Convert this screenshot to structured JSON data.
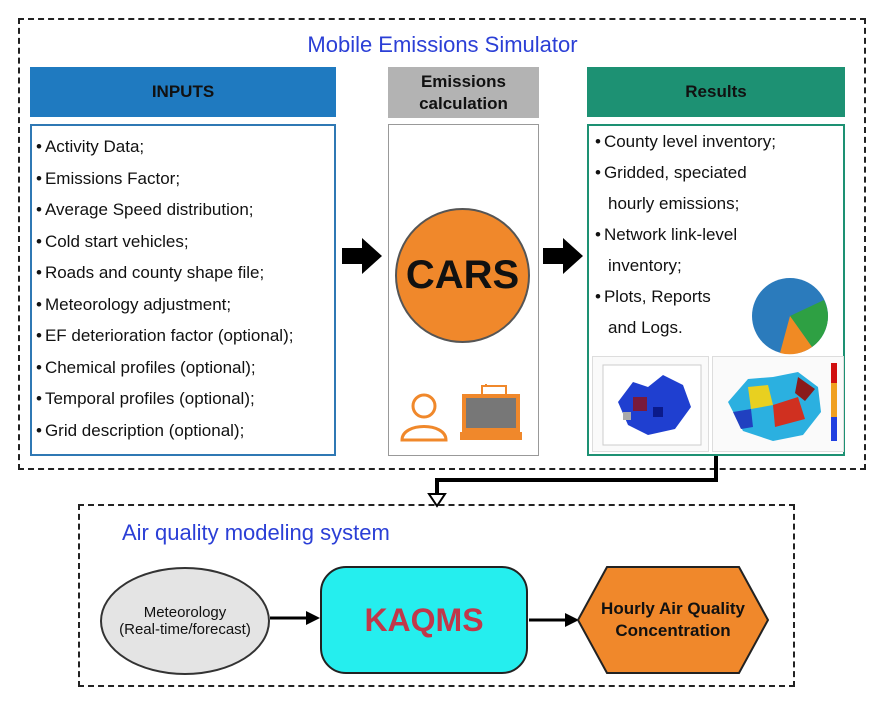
{
  "simulator": {
    "title": "Mobile Emissions Simulator",
    "inputs": {
      "header": "INPUTS",
      "items": [
        "Activity Data;",
        "Emissions Factor;",
        "Average Speed distribution;",
        "Cold start vehicles;",
        "Roads and county shape file;",
        "Meteorology adjustment;",
        "EF deterioration factor (optional);",
        "Chemical profiles (optional);",
        "Temporal profiles (optional);",
        "Grid description (optional);"
      ]
    },
    "calculation": {
      "header_line1": "Emissions",
      "header_line2": "calculation",
      "engine": "CARS"
    },
    "results": {
      "header": "Results",
      "items": [
        {
          "line1": "County level inventory;",
          "line2": ""
        },
        {
          "line1": "Gridded, speciated",
          "line2": "hourly emissions;"
        },
        {
          "line1": "Network link-level",
          "line2": "inventory;"
        },
        {
          "line1": "Plots, Reports",
          "line2": "and Logs."
        }
      ]
    }
  },
  "aq_system": {
    "title": "Air quality modeling system",
    "meteorology_line1": "Meteorology",
    "meteorology_line2": "(Real-time/forecast)",
    "model": "KAQMS",
    "output_line1": "Hourly Air Quality",
    "output_line2": "Concentration"
  },
  "colors": {
    "inputs_header": "#1f7ac0",
    "calc_header": "#b3b3b3",
    "results_header": "#1d9173",
    "cars_fill": "#f0882b",
    "kaqms_fill": "#25eeee",
    "kaqms_text": "#c0384a",
    "output_fill": "#f0882b",
    "title_blue": "#2b3fd6"
  }
}
